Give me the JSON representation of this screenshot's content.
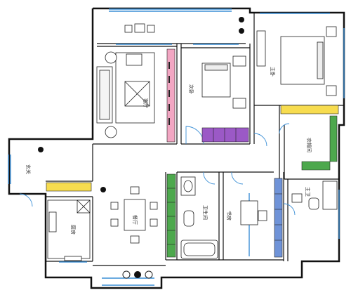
{
  "rooms": {
    "living_room": "客厅",
    "second_bedroom": "次卧",
    "master_bedroom": "主卧",
    "entrance": "玄关",
    "cloakroom": "衣帽间",
    "kitchen": "厨房",
    "dining_room": "餐厅",
    "bathroom": "卫生间",
    "study": "书房",
    "master_bath": "主卫"
  },
  "colors": {
    "wall": "#111111",
    "window": "#3b8fd6",
    "pink_storage": "#f2a6c2",
    "purple_storage": "#9b59c6",
    "yellow_storage": "#f7dc4f",
    "green_storage": "#4da84d",
    "blue_storage": "#6f93d8"
  }
}
